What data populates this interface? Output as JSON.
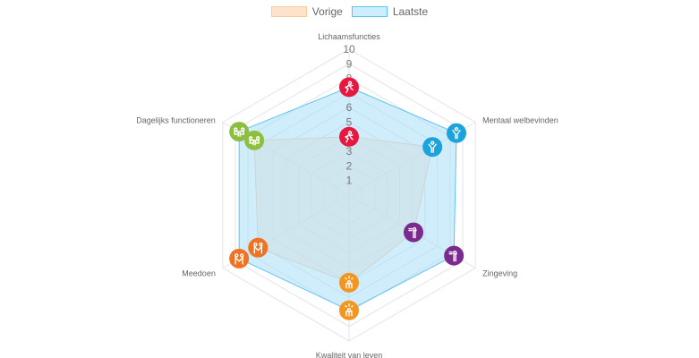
{
  "chart_data": {
    "type": "radar",
    "title": "",
    "labels": [
      "Lichaamsfuncties",
      "Mentaal welbevinden",
      "Zingeving",
      "Kwaliteit van leven",
      "Meedoen",
      "Dagelijks functioneren"
    ],
    "series": [
      {
        "name": "Vorige",
        "values": [
          4.0,
          6.6,
          5.1,
          6.0,
          7.2,
          7.5
        ],
        "border": "#f9c9a0",
        "fill": "rgba(253,226,204,0.55)"
      },
      {
        "name": "Laatste",
        "values": [
          7.4,
          8.5,
          8.3,
          7.9,
          8.7,
          8.7
        ],
        "border": "#5bc4f1",
        "fill": "rgba(170,222,249,0.55)"
      }
    ],
    "scale": {
      "min": 0,
      "max": 10,
      "ticks": [
        "1",
        "2",
        "3",
        "4",
        "5",
        "6",
        "7",
        "8",
        "9",
        "10"
      ]
    },
    "legend": "top",
    "marker_colors": [
      "#e8173f",
      "#1aa3dd",
      "#7b2a8e",
      "#f39521",
      "#f07223",
      "#8cbf3f"
    ],
    "marker_icons": [
      "running-person-icon",
      "raised-arms-person-icon",
      "person-signpost-icon",
      "person-sun-icon",
      "people-connected-icon",
      "people-at-table-icon"
    ]
  },
  "legend": {
    "vorige": "Vorige",
    "laatste": "Laatste"
  }
}
